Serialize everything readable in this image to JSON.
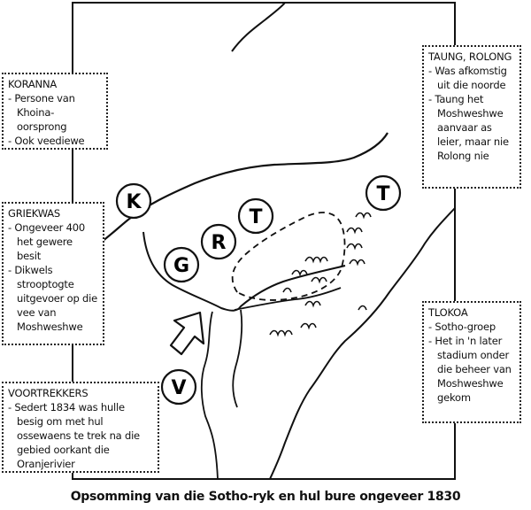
{
  "markers": {
    "k": "K",
    "g": "G",
    "r": "R",
    "t_left": "T",
    "t_right": "T",
    "v": "V"
  },
  "boxes": {
    "koranna": {
      "title": "KORANNA",
      "items": [
        "Persone van Khoina-oorsprong",
        "Ook veediewe"
      ]
    },
    "griekwas": {
      "title": "GRIEKWAS",
      "items": [
        "Ongeveer 400 het gewere besit",
        "Dikwels strooptogte uitgevoer op die vee van Moshweshwe"
      ]
    },
    "voortrekkers": {
      "title": "VOORTREKKERS",
      "items": [
        "Sedert 1834 was hulle besig om met hul ossewaens te trek na die gebied oorkant die Oranjerivier"
      ]
    },
    "taung": {
      "title": "TAUNG, ROLONG",
      "items": [
        "Was afkomstig uit die noorde",
        "Taung het Moshweshwe aanvaar as leier, maar nie Rolong nie"
      ]
    },
    "tlokoa": {
      "title": "TLOKOA",
      "items": [
        "Sotho-groep",
        "Het in 'n later stadium onder die beheer van Moshweshwe gekom"
      ]
    }
  },
  "caption": "Opsomming van die  Sotho-ryk en hul bure ongeveer 1830"
}
